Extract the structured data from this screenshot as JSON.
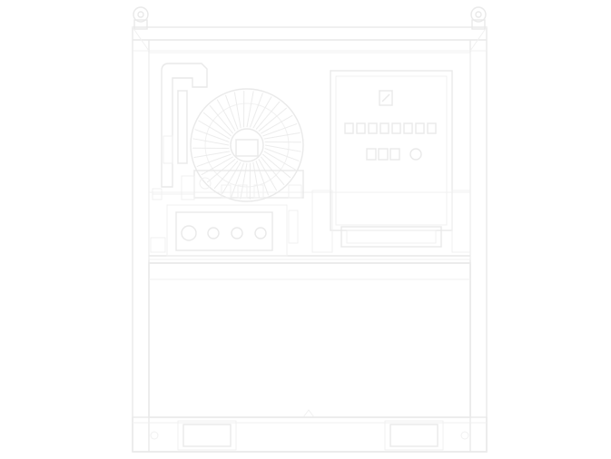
{
  "drawing": {
    "subject": "",
    "colors": {
      "line": "#e9e9e9",
      "background": "#ffffff"
    }
  },
  "enclosure": {
    "lifting_eyes": [
      "left",
      "right"
    ],
    "control_panel": {
      "logo_glyph": "",
      "label_blocks": 8,
      "readout_blocks": 3
    },
    "gauge_panel": {
      "knobs": 4
    },
    "radiator_fan": {
      "blades": 36
    },
    "forklift_pockets": 2
  }
}
